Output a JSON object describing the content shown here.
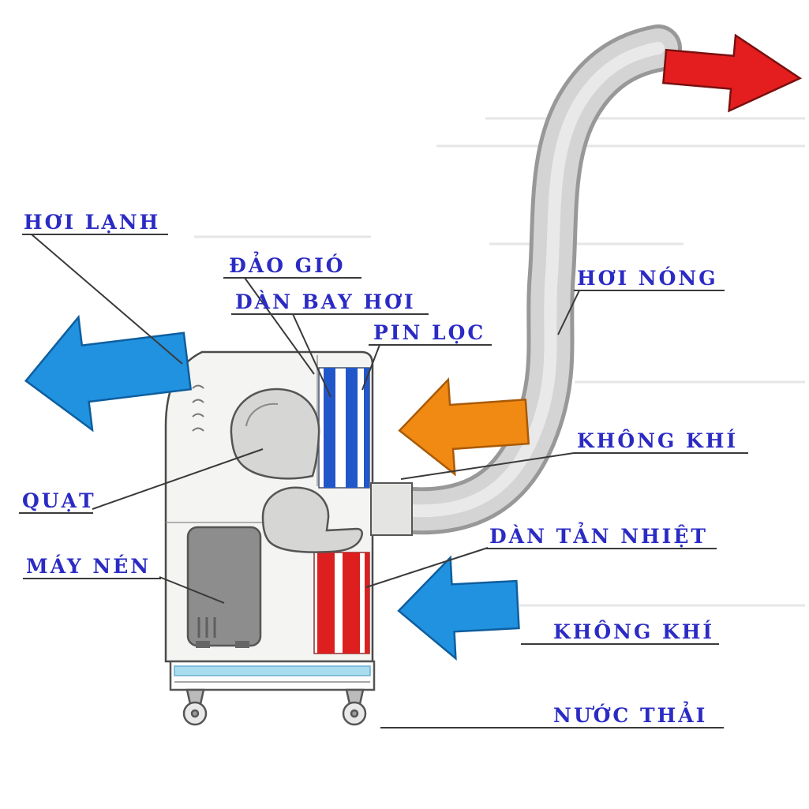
{
  "diagram": {
    "labels": {
      "cold_air": "HƠI LẠNH",
      "swing_louver": "ĐẢO GIÓ",
      "evaporator": "DÀN BAY HƠI",
      "filter": "PIN LỌC",
      "hot_air": "HƠI NÓNG",
      "air_intake_top": "KHÔNG KHÍ",
      "fan": "QUẠT",
      "compressor": "MÁY NÉN",
      "condenser": "DÀN TẢN NHIỆT",
      "air_intake_bottom": "KHÔNG KHÍ",
      "waste_water": "NƯỚC THẢI"
    },
    "colors": {
      "label_text": "#2b2bc4",
      "evaporator_coil": "#2257c9",
      "condenser_coil": "#dd1f1f",
      "exhaust_hose": "#d4d4d4",
      "compressor_body": "#8d8d8d",
      "base_stripe": "#aadcf0"
    },
    "arrows": {
      "hot_air_out": {
        "direction": "right",
        "color": "#e41e1e"
      },
      "cold_air_out": {
        "direction": "left",
        "color": "#2192e0"
      },
      "air_intake_top": {
        "direction": "left",
        "color": "#f18a12"
      },
      "air_intake_bottom": {
        "direction": "left",
        "color": "#2192e0"
      }
    }
  }
}
